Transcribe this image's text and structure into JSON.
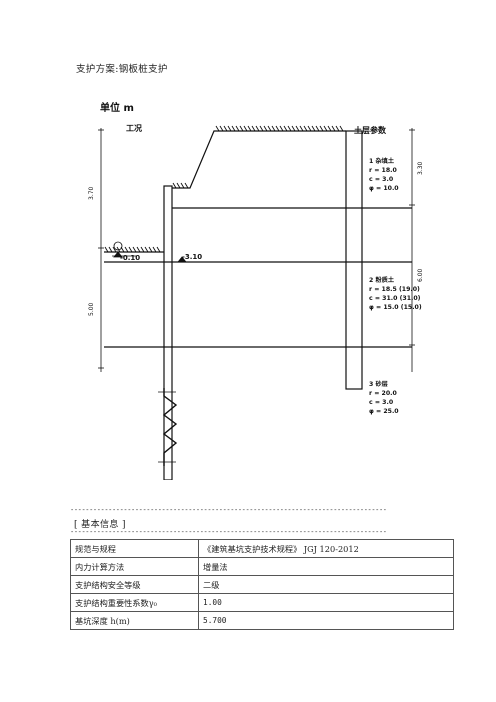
{
  "page_heading": "支护方案:钢板桩支护",
  "drawing": {
    "unit_label": "单位 m",
    "work_label": "工况",
    "soil_label": "土层参数",
    "levels": [
      "-0.10",
      "-3.10"
    ],
    "dims": [
      "3.70",
      "5.00",
      "3.30",
      "6.00"
    ],
    "layers": [
      {
        "title": "1 杂填土",
        "lines": [
          "r = 18.0",
          "c = 3.0",
          "φ = 10.0"
        ]
      },
      {
        "title": "2 粉质土",
        "lines": [
          "r = 18.5 (19.0)",
          "c = 31.0 (31.0)",
          "φ = 15.0 (15.0)"
        ]
      },
      {
        "title": "3 砂层",
        "lines": [
          "r = 20.0",
          "c = 3.0",
          "φ = 25.0"
        ]
      }
    ]
  },
  "dash_line": "----------------------------------------------------------------------------------------------------------------------------------------",
  "section_title": "[ 基本信息 ]",
  "basic_info": [
    {
      "key": "规范与规程",
      "value": "《建筑基坑支护技术规程》 JGJ 120-2012",
      "mono": false
    },
    {
      "key": "内力计算方法",
      "value": "增量法",
      "mono": false
    },
    {
      "key": "支护结构安全等级",
      "value": "二级",
      "mono": false
    },
    {
      "key": "支护结构重要性系数γ₀",
      "value": "1.00",
      "mono": true
    },
    {
      "key": "基坑深度 h(m)",
      "value": "5.700",
      "mono": true
    }
  ]
}
